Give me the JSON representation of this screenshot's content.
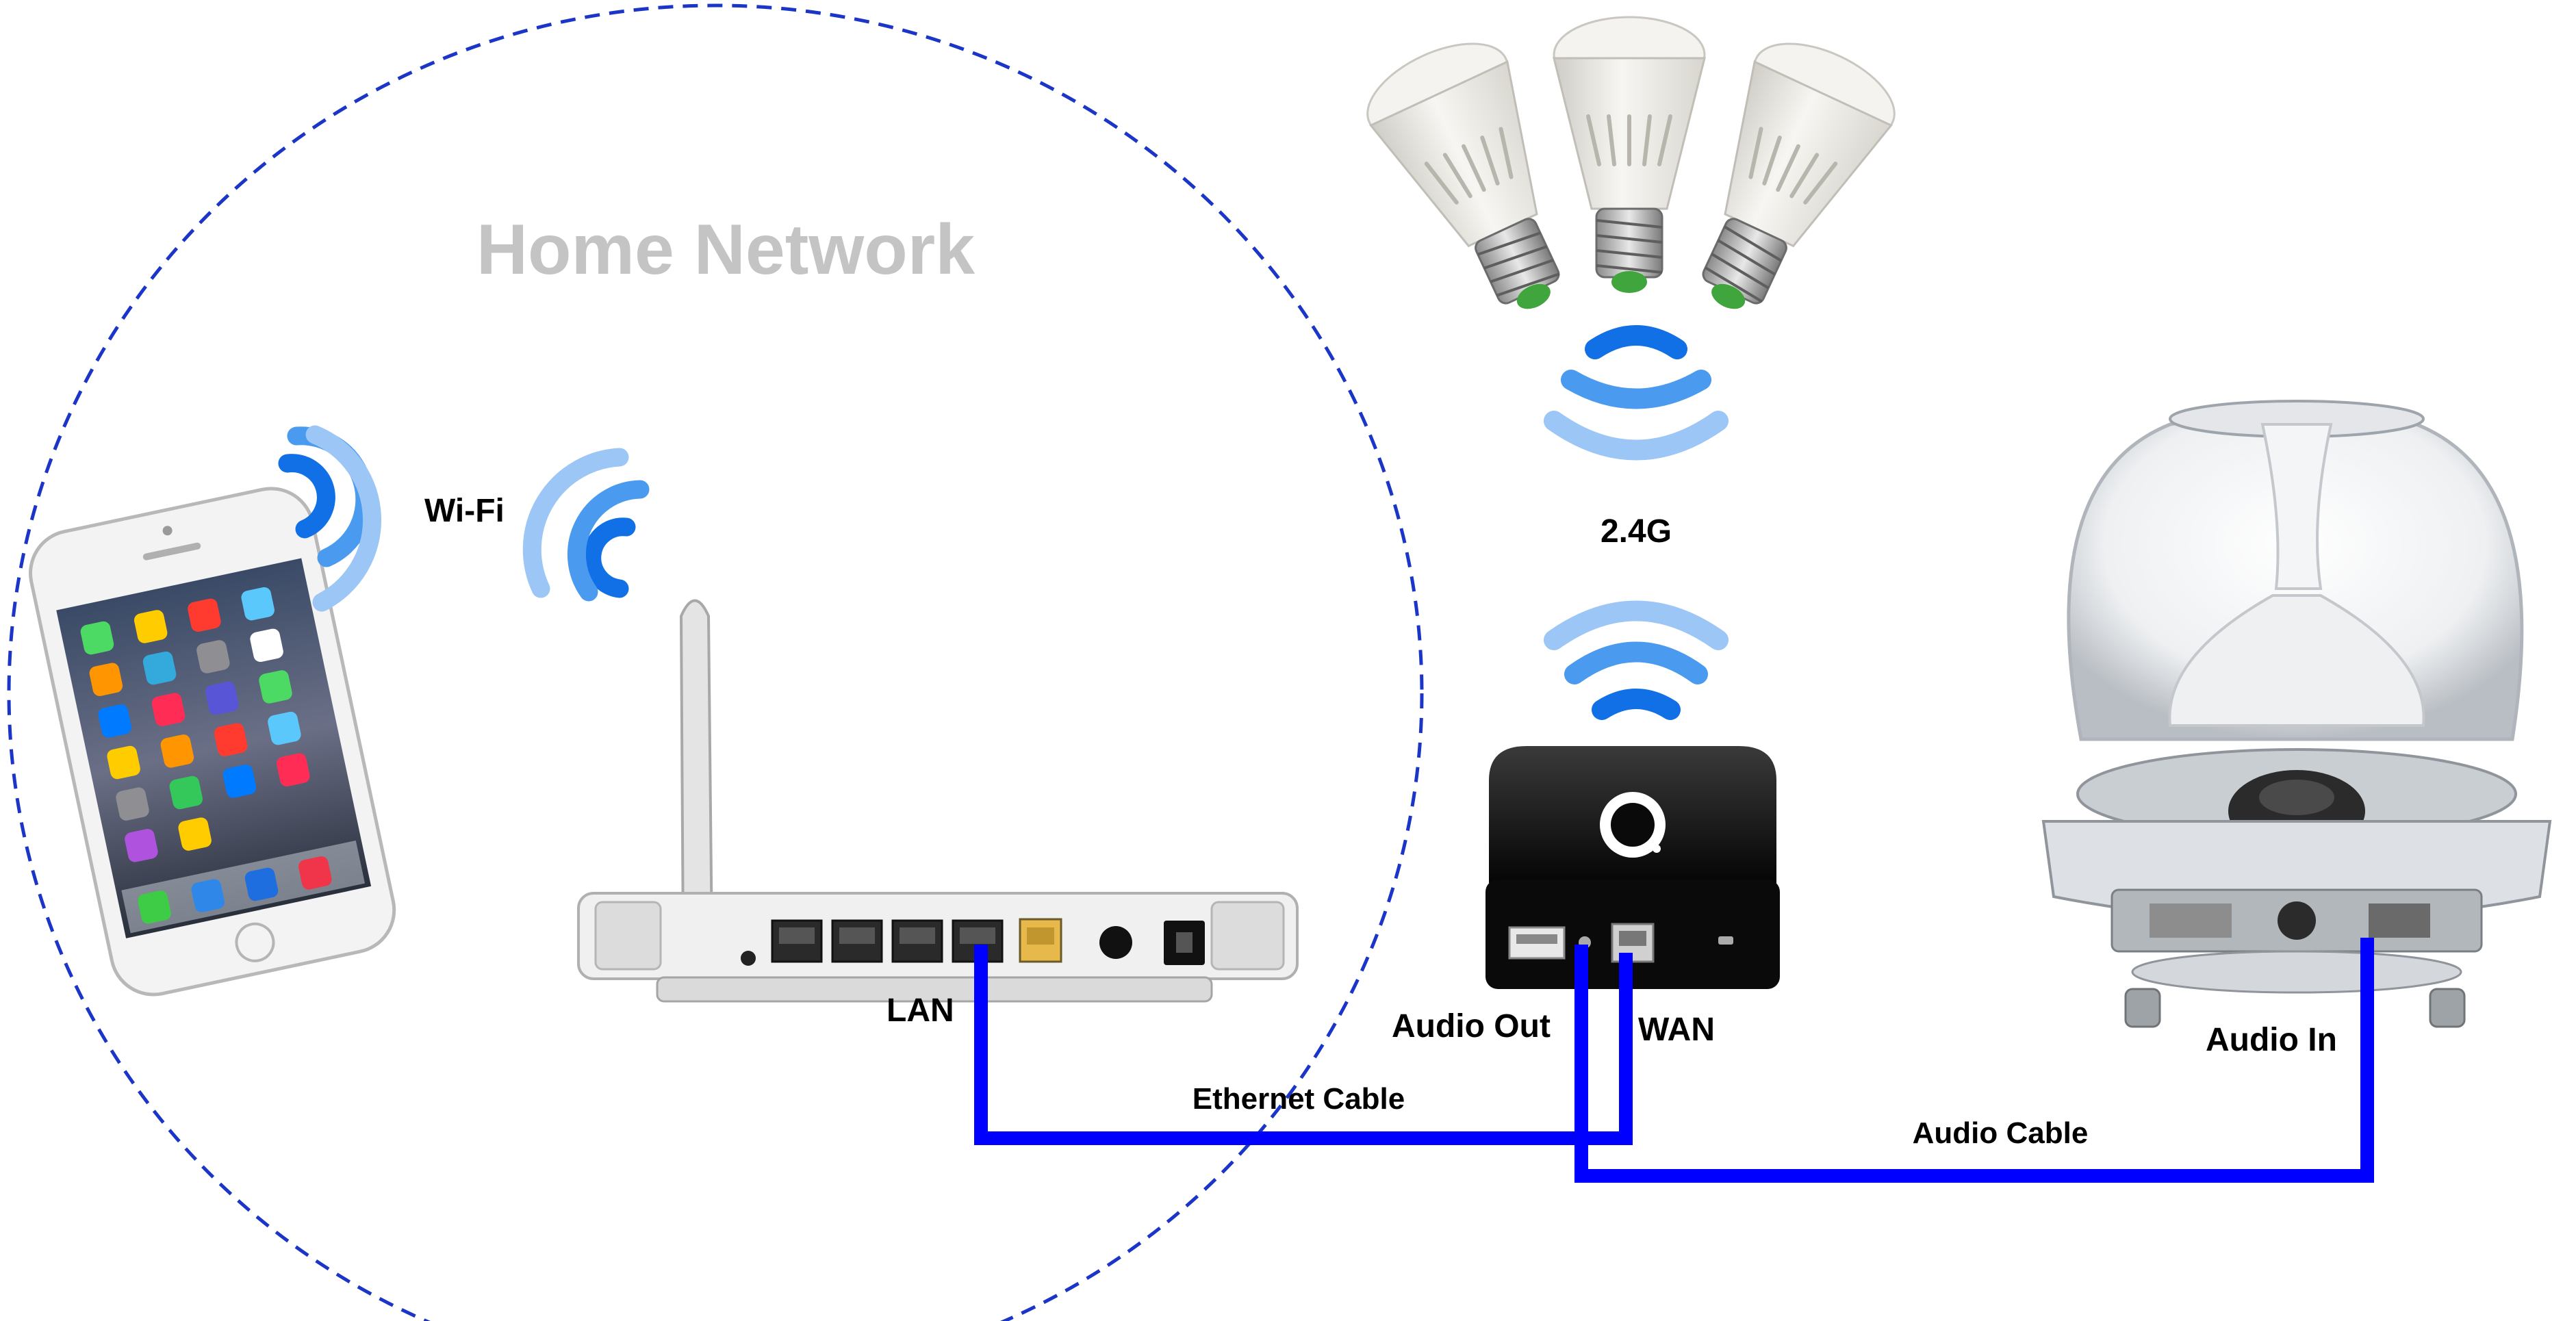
{
  "diagram": {
    "zone_title": "Home Network",
    "labels": {
      "wifi": "Wi-Fi",
      "band": "2.4G",
      "lan": "LAN",
      "audio_out": "Audio Out",
      "wan": "WAN",
      "ethernet_cable": "Ethernet Cable",
      "audio_in": "Audio In",
      "audio_cable": "Audio Cable"
    },
    "colors": {
      "cable": "#0000ff",
      "zone_border": "#1a35c7",
      "zone_title": "#c4c4c4",
      "signal_dark": "#1170e6",
      "signal_mid": "#4a9af0",
      "signal_light": "#9cc6f6"
    },
    "devices": [
      {
        "name": "smartphone",
        "icon": "smartphone-icon"
      },
      {
        "name": "wifi router",
        "icon": "router-icon"
      },
      {
        "name": "smart bulbs",
        "icon": "bulb-icon"
      },
      {
        "name": "wifi audio adapter",
        "icon": "adapter-icon"
      },
      {
        "name": "speaker",
        "icon": "speaker-icon"
      }
    ]
  }
}
